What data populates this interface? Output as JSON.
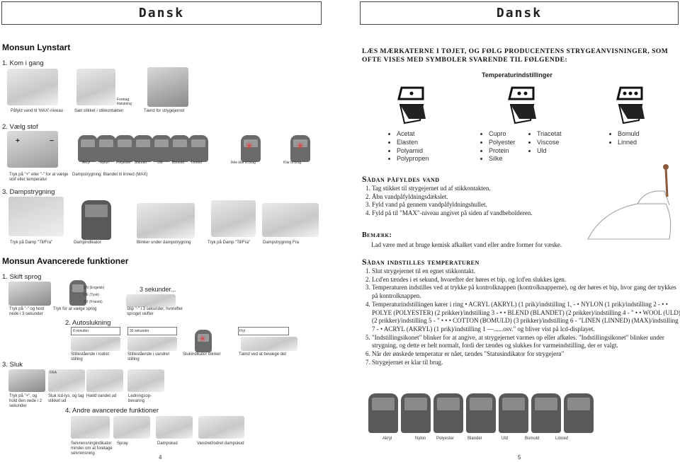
{
  "left": {
    "header": "Dansk",
    "title1": "Monsun Lynstart",
    "step_start": "1. Kom i gang",
    "cap_fill": "Påfyld vand til 'MAX'-niveau",
    "cap_plug": "Sæt stikket i stikkontakten",
    "plug_label": "Foretag tilslutning",
    "cap_power": "Tænd for strygejernet",
    "step_fabric": "2. Vælg stof",
    "fabrics": [
      "Akryl",
      "Nylon",
      "Polyester",
      "Blandet",
      "Uld",
      "Bomuld",
      "Linned"
    ],
    "not_ready": "Ikke klar til brug",
    "ready": "Klar til brug",
    "cap_press": "Tryk på \"+\" eller \"-\" for at vælge stof eller temperatur",
    "cap_steam_max": "Dampstrygning: Blandet til linned (MAX)",
    "step_steam": "3. Dampstrygning",
    "cap_steam_on": "Tryk på Damp \"Til/Fra\"",
    "cap_steam_ind": "Dampindikator",
    "cap_blink": "Blinker under dampstrygning",
    "cap_steam_on2": "Tryk på Damp \"Til/Fra\"",
    "cap_steam_off": "Dampstrygning Fra",
    "title2": "Monsun Avancerede funktioner",
    "step_lang": "1. Skift sprog",
    "langs": [
      "EN (Engelsk)",
      "DE (Tysk)",
      "FR (Fransk)"
    ],
    "cap_lang_hold": "Tryk på \"-\" og hold nede i 3 sekunder",
    "cap_lang_select": "Tryk for at vælge sprog",
    "seconds": "3 sekunder...",
    "cap_release": "Slip \"-\" i 3 sekunder, hvorefter sproget skifter",
    "step_auto": "2. Autoslukning",
    "min8": "8 minutter",
    "sec30": "30 sekunder",
    "move": "Flyt",
    "cap_still_h": "Stillestående i lodret stilling",
    "cap_still_v": "Stillestående i vandret stilling",
    "cap_off_ind": "Slukindikator blinker",
    "cap_move_on": "Tænd ved at bevæge det",
    "step_off": "3. Sluk",
    "fra": "FRA",
    "cap_hold_plus": "Tryk på \"+\", og hold den nede i 2 sekunder",
    "cap_lcd_off": "Sluk lcd-lys, og tag stikket ud",
    "cap_empty": "Hæld vandet ud",
    "cap_cord": "Lednings­op­bevaring",
    "step_more": "4. Andre avancerede funktioner",
    "cap_selfclean": "Selvrensningindikator minder om at foretage selvrensning",
    "cap_spray": "Spray",
    "cap_shot": "Dampskud",
    "cap_vshot": "Vandret/lodret dampskud",
    "page": "4"
  },
  "right": {
    "header": "Dansk",
    "intro": "Læs mærkaterne i tøjet, og følg producentens strygeanvisninger, som ofte vises med symboler svarende til følgende:",
    "temp_title": "Temperaturindstillinger",
    "col1": [
      "Acetat",
      "Elasten",
      "Polyamid",
      "Polypropen"
    ],
    "col2": [
      "Cupro",
      "Polyester",
      "Protein",
      "Silke"
    ],
    "col3": [
      "Triacetat",
      "Viscose",
      "Uld"
    ],
    "col4": [
      "Bomuld",
      "Linned"
    ],
    "fill_title": "Sådan påfyldes vand",
    "fill_steps": [
      "Tag stikket til strygejernet ud af stikkontakten.",
      "Åbn vandpåfyldningsdækslet.",
      "Fyld vand på gennem vandpåfyldningshullet.",
      "Fyld på til \"MAX\"-niveau angivet på siden af vandbeholderen."
    ],
    "note_label": "Bemærk:",
    "note_text": "Lad være med at bruge kemisk afkalket vand eller andre former for væske.",
    "temp_set_title": "Sådan indstilles temperaturen",
    "temp_steps": [
      "Slut strygejernet til en egnet stikkontakt.",
      "Lcd'en tændes i et sekund, hvorefter der høres et bip, og lcd'en slukkes igen.",
      "Temperaturen indstilles ved at trykke på kontrolknappen (kontrolknapperne), og der høres et bip, hvor gang der trykkes på kontrolknappen.",
      "Temperaturindstillingen kører i ring • ACRYL (AKRYL) (1 prik)/indstilling 1, - • NYLON (1 prik)/indstilling 2 - • • POLYE (POLYESTER) (2 prikker)/indstilling 3 - • • BLEND (BLANDET) (2 prikker)/indstilling 4 - \" • • WOOL (ULD) (2 prikker)/indstilling 5 - \" • • • COTTON (BOMULD) (3 prikker)/indstilling 6 - \"LINEN (LINNED) (MAX)/indstilling 7 - • ACRYL (AKRYL) (1 prik)/indstilling 1 —......osv.\" og bliver vist på lcd-displayet.",
      "\"Indstillingsikonet\" blinker for at angive, at strygejernet varmes op eller afkøles. \"Indstillingsikonet\" blinker under strygning, og dette er helt normalt, fordi der tændes og slukkes for varmeindstilling, der er valgt.",
      "Når der ønskede temperatur er nået, tændes \"Statusindikator for strygejern\"",
      "Strygejernet er klar til brug."
    ],
    "lcd_labels": [
      "Akryl",
      "Nylon",
      "Polyester",
      "Blandet",
      "Uld",
      "Bomuld",
      "Linned"
    ],
    "page": "5"
  }
}
